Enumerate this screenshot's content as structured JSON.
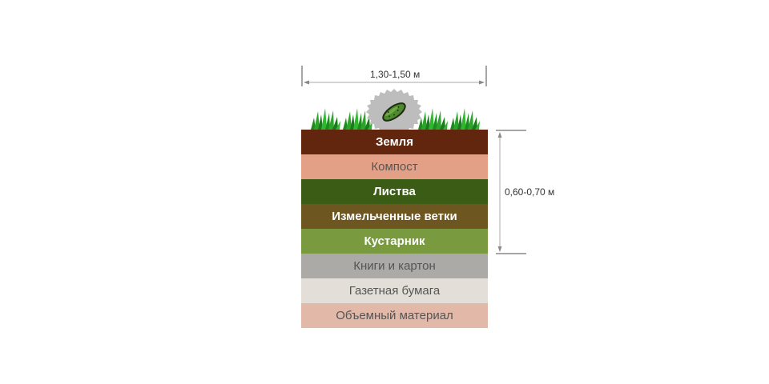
{
  "diagram": {
    "width_dimension": "1,30-1,50 м",
    "height_dimension": "0,60-0,70 м",
    "top_icons": [
      "grass-icon",
      "grass-icon",
      "cucumber-badge-icon",
      "grass-icon",
      "grass-icon"
    ],
    "layers": [
      {
        "label": "Земля",
        "color": "#62260f",
        "text_color": "#ffffff",
        "bold": true
      },
      {
        "label": "Компост",
        "color": "#e4a086",
        "text_color": "#555555",
        "bold": false
      },
      {
        "label": "Листва",
        "color": "#3b5c14",
        "text_color": "#ffffff",
        "bold": true
      },
      {
        "label": "Измельченные ветки",
        "color": "#6e5620",
        "text_color": "#ffffff",
        "bold": true
      },
      {
        "label": "Кустарник",
        "color": "#7a9a40",
        "text_color": "#ffffff",
        "bold": true
      },
      {
        "label": "Книги и картон",
        "color": "#abaaa6",
        "text_color": "#555555",
        "bold": false
      },
      {
        "label": "Газетная бумага",
        "color": "#e3dfd8",
        "text_color": "#555555",
        "bold": false
      },
      {
        "label": "Объемный материал",
        "color": "#e2b8a8",
        "text_color": "#555555",
        "bold": false
      }
    ]
  }
}
